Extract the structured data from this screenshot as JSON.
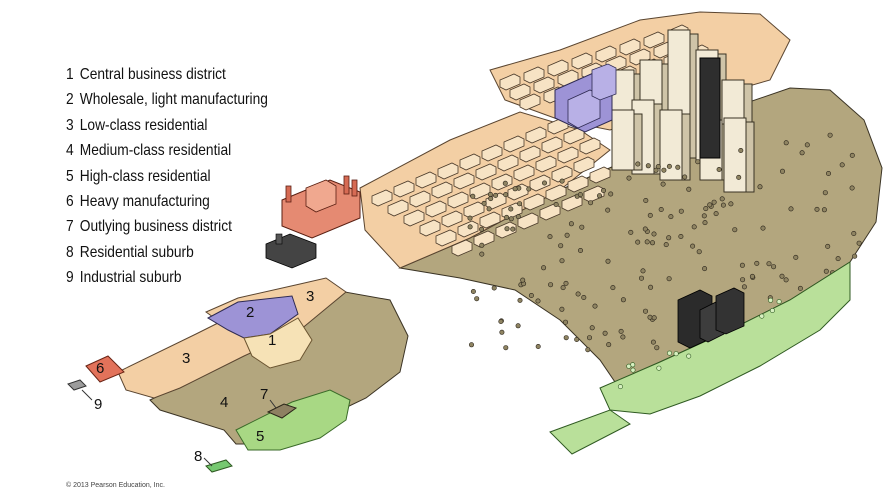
{
  "legend": [
    {
      "num": "1",
      "label": "Central business district"
    },
    {
      "num": "2",
      "label": "Wholesale, light manufacturing"
    },
    {
      "num": "3",
      "label": "Low-class residential"
    },
    {
      "num": "4",
      "label": "Medium-class residential"
    },
    {
      "num": "5",
      "label": "High-class residential"
    },
    {
      "num": "6",
      "label": "Heavy manufacturing"
    },
    {
      "num": "7",
      "label": "Outlying business district"
    },
    {
      "num": "8",
      "label": "Residential suburb"
    },
    {
      "num": "9",
      "label": "Industrial suburb"
    }
  ],
  "zone_labels": {
    "z1": "1",
    "z2": "2",
    "z3a": "3",
    "z3b": "3",
    "z4": "4",
    "z5": "5",
    "z6": "6",
    "z7": "7",
    "z8": "8",
    "z9": "9"
  },
  "colors": {
    "cbd": "#f6e2b6",
    "wholesale": "#9d93d6",
    "low_res": "#f3cfa4",
    "medium_res": "#b3a67e",
    "high_res": "#a8d884",
    "heavy_mfg": "#e2725a",
    "outlying_bd": "#8e8062",
    "res_suburb": "#76c870",
    "ind_suburb": "#9c9c9c"
  },
  "copyright": "© 2013 Pearson Education, Inc."
}
